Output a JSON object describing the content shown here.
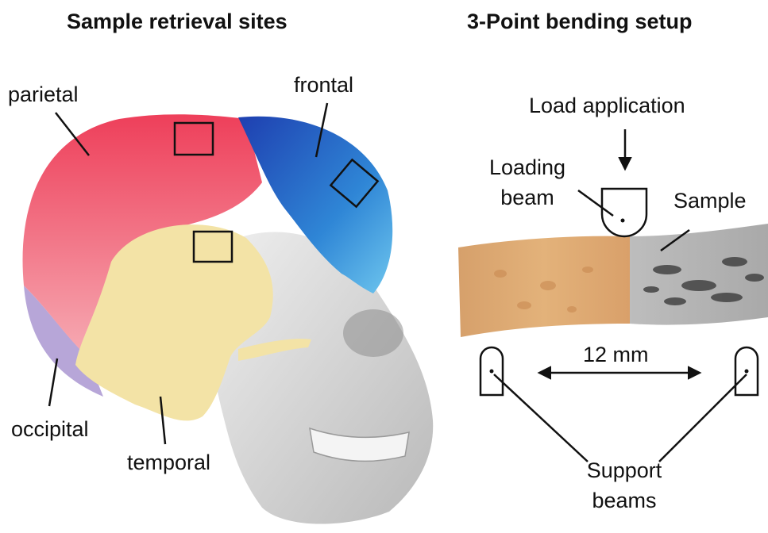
{
  "left_panel": {
    "title": "Sample retrieval sites",
    "labels": {
      "parietal": "parietal",
      "frontal": "frontal",
      "occipital": "occipital",
      "temporal": "temporal"
    }
  },
  "right_panel": {
    "title": "3-Point bending setup",
    "labels": {
      "load_application": "Load application",
      "loading_beam_line1": "Loading",
      "loading_beam_line2": "beam",
      "sample": "Sample",
      "span": "12 mm",
      "support_line1": "Support",
      "support_line2": "beams"
    }
  },
  "colors": {
    "parietal": "#ee5a6e",
    "frontal": "#2f7fd0",
    "temporal": "#f3e3a6",
    "occipital": "#b7a6d8",
    "skull": "#d9d9d9",
    "bone_sample": "#d9a56a",
    "ct_sample": "#9a9a9a",
    "line": "#111111"
  }
}
